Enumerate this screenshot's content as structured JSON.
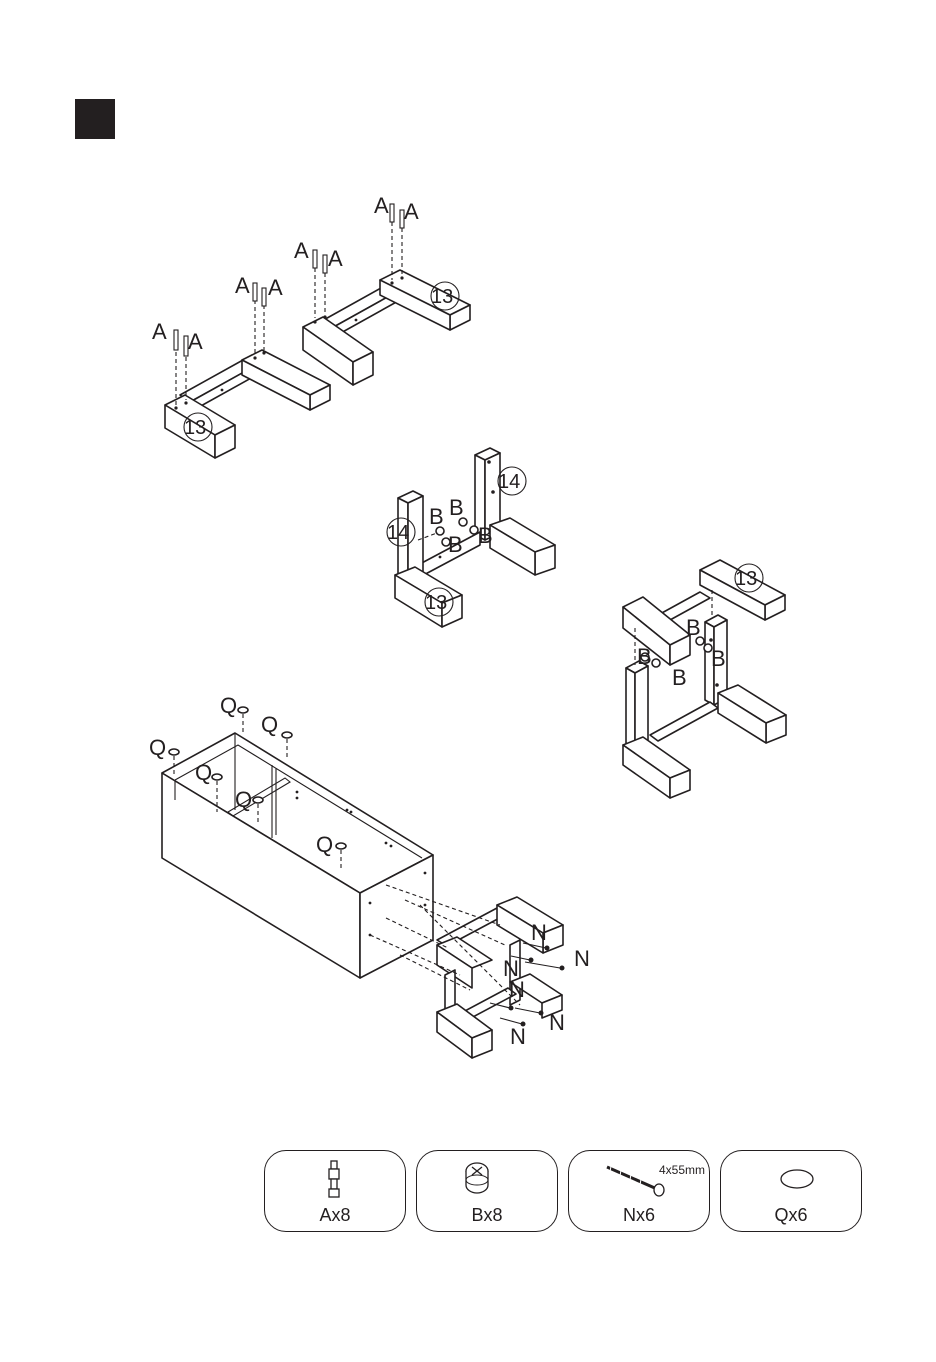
{
  "labels": {
    "dowel": "A",
    "cam": "B",
    "screw": "N",
    "cap": "Q",
    "part_13": "13",
    "part_14": "14"
  },
  "hardware": [
    {
      "id": "A",
      "label": "Ax8",
      "icon": "dowel-icon"
    },
    {
      "id": "B",
      "label": "Bx8",
      "icon": "cam-lock-icon"
    },
    {
      "id": "N",
      "label": "Nx6",
      "icon": "screw-icon",
      "spec": "4x55mm"
    },
    {
      "id": "Q",
      "label": "Qx6",
      "icon": "cap-icon"
    }
  ]
}
